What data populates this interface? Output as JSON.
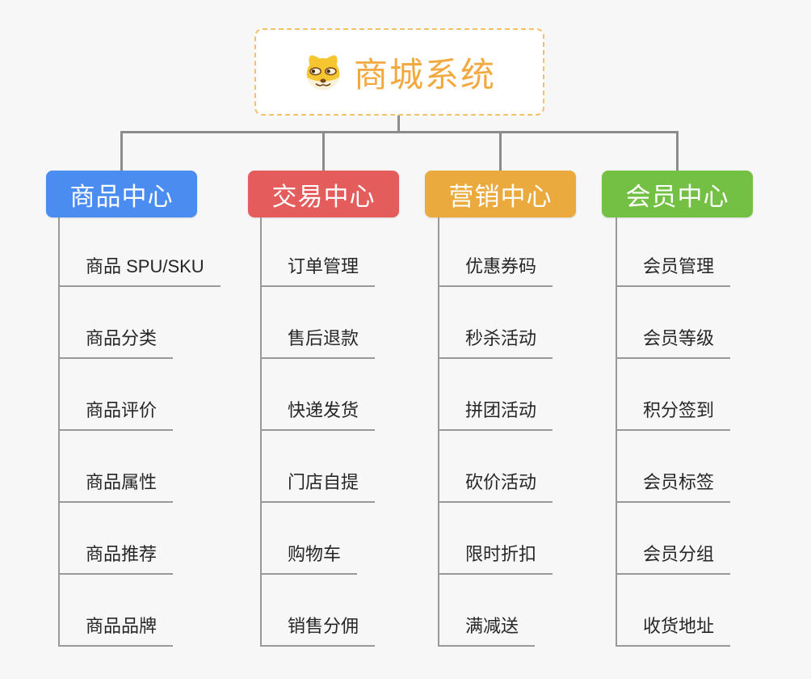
{
  "root": {
    "title": "商城系统",
    "icon": "doge-dog-icon"
  },
  "branches": [
    {
      "label": "商品中心",
      "color": "#4a8cf0",
      "children": [
        "商品 SPU/SKU",
        "商品分类",
        "商品评价",
        "商品属性",
        "商品推荐",
        "商品品牌"
      ]
    },
    {
      "label": "交易中心",
      "color": "#e55c5c",
      "children": [
        "订单管理",
        "售后退款",
        "快递发货",
        "门店自提",
        "购物车",
        "销售分佣"
      ]
    },
    {
      "label": "营销中心",
      "color": "#ebaa3e",
      "children": [
        "优惠券码",
        "秒杀活动",
        "拼团活动",
        "砍价活动",
        "限时折扣",
        "满减送"
      ]
    },
    {
      "label": "会员中心",
      "color": "#74c044",
      "children": [
        "会员管理",
        "会员等级",
        "积分签到",
        "会员标签",
        "会员分组",
        "收货地址"
      ]
    }
  ],
  "colors": {
    "bg": "#f7f7f7",
    "connector": "#8c8c8c",
    "leaf-line": "#999999",
    "leaf-text": "#262626",
    "root-title": "#f2a93f",
    "root-border": "#f3c06b",
    "branch-text": "#ffffff"
  }
}
